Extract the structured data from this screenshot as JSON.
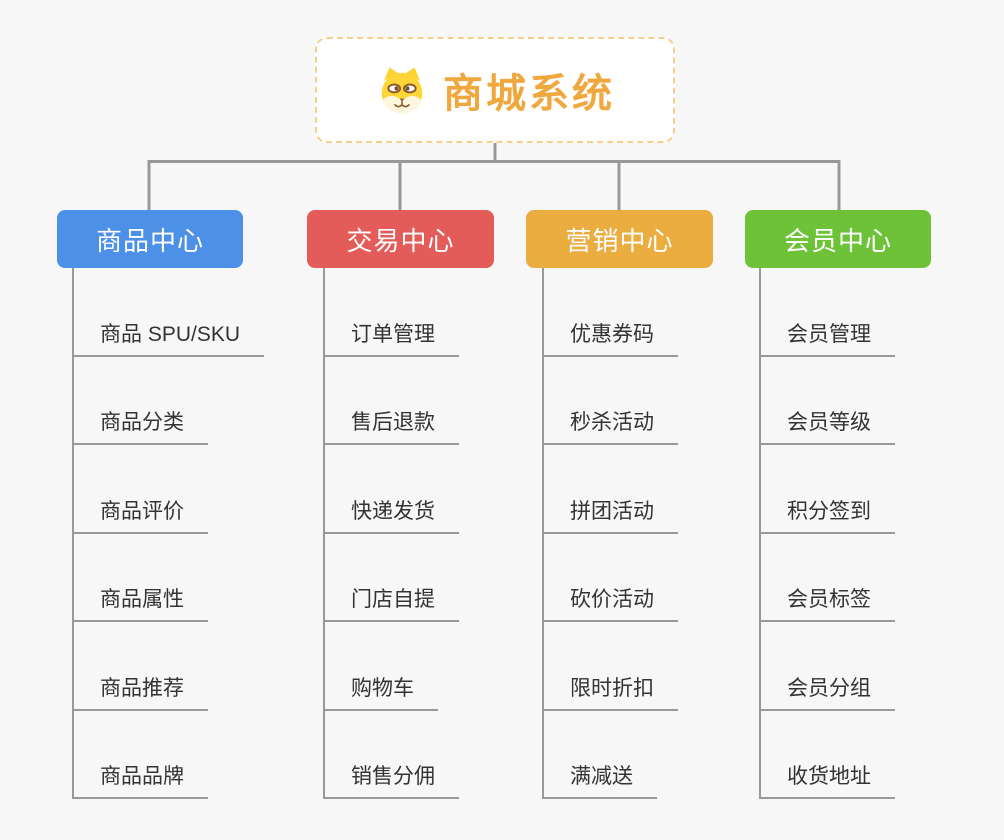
{
  "root": {
    "title": "商城系统",
    "icon": "shiba-dog-icon"
  },
  "branches": [
    {
      "label": "商品中心",
      "color": "#4d90e8",
      "children": [
        "商品 SPU/SKU",
        "商品分类",
        "商品评价",
        "商品属性",
        "商品推荐",
        "商品品牌"
      ]
    },
    {
      "label": "交易中心",
      "color": "#e45c59",
      "children": [
        "订单管理",
        "售后退款",
        "快递发货",
        "门店自提",
        "购物车",
        "销售分佣"
      ]
    },
    {
      "label": "营销中心",
      "color": "#ebac40",
      "children": [
        "优惠券码",
        "秒杀活动",
        "拼团活动",
        "砍价活动",
        "限时折扣",
        "满减送"
      ]
    },
    {
      "label": "会员中心",
      "color": "#6dc238",
      "children": [
        "会员管理",
        "会员等级",
        "积分签到",
        "会员标签",
        "会员分组",
        "收货地址"
      ]
    }
  ],
  "colors": {
    "background": "#f7f7f7",
    "connector_line": "#999999",
    "leaf_underline": "#999999",
    "leaf_text": "#333333",
    "root_title": "#efa73e",
    "root_border": "#f6ce8d"
  }
}
